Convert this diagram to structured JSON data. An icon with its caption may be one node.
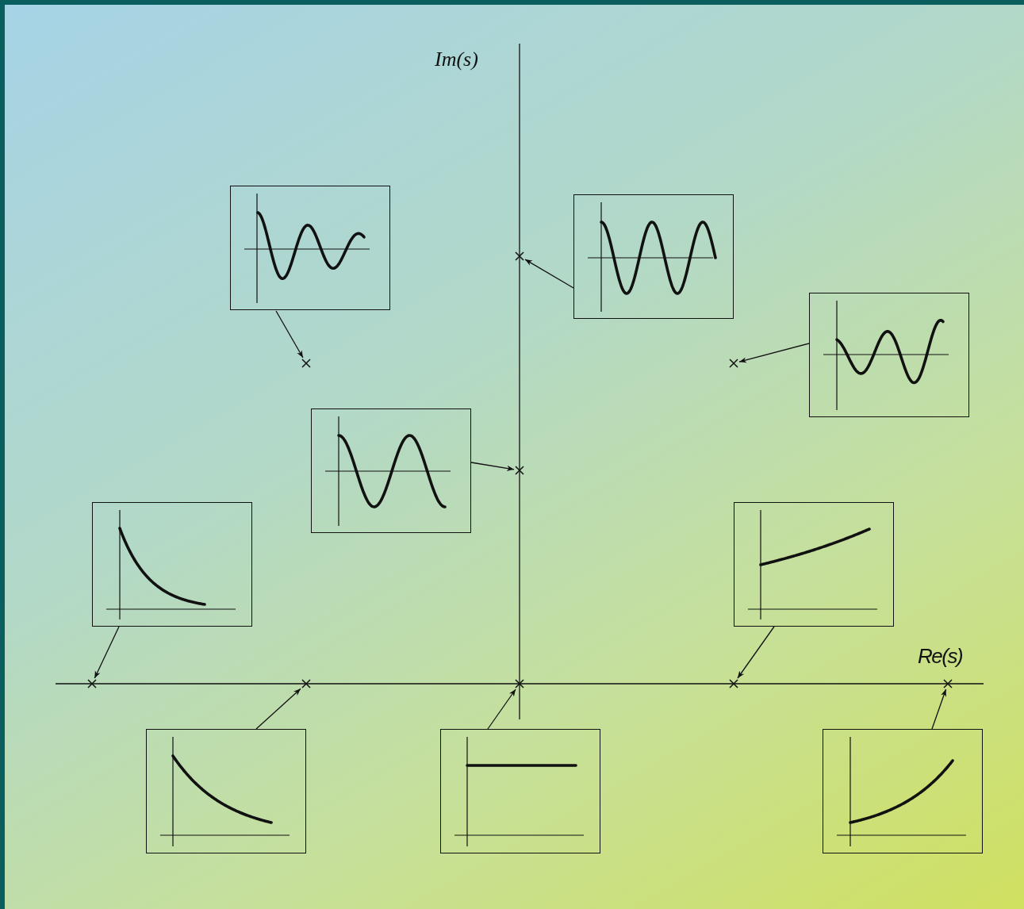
{
  "diagram": {
    "nodes": [
      {
        "text": [],
        "shape": "picture"
      },
      {
        "text": [],
        "shape": "picture"
      },
      {
        "text": [],
        "shape": "cross"
      },
      {
        "text": [],
        "shape": "picture"
      },
      {
        "text": [],
        "shape": "cross"
      },
      {
        "text": [],
        "shape": "cross"
      },
      {
        "text": [],
        "shape": "picture"
      },
      {
        "text": [],
        "shape": "cross"
      },
      {
        "text": [],
        "shape": "picture"
      },
      {
        "text": [],
        "shape": "picture"
      },
      {
        "text": [],
        "shape": "cross"
      },
      {
        "text": [],
        "shape": "cross"
      },
      {
        "text": [],
        "shape": "cross"
      },
      {
        "text": [],
        "shape": "cross"
      },
      {
        "text": [],
        "shape": "cross"
      },
      {
        "text": [],
        "shape": "picture"
      },
      {
        "text": [],
        "shape": "picture"
      },
      {
        "text": [],
        "shape": "picture"
      }
    ],
    "edges": [
      {
        "from": 0,
        "to": 4,
        "arrow": "to"
      },
      {
        "from": 1,
        "to": 2,
        "arrow": "to"
      },
      {
        "from": 3,
        "to": 5,
        "arrow": "to"
      },
      {
        "from": 6,
        "to": 7,
        "arrow": "to"
      },
      {
        "from": 8,
        "to": 10,
        "arrow": "to"
      },
      {
        "from": 9,
        "to": 13,
        "arrow": "to"
      },
      {
        "from": 15,
        "to": 11,
        "arrow": "to"
      },
      {
        "from": 16,
        "to": 12,
        "arrow": "to"
      },
      {
        "from": 17,
        "to": 14,
        "arrow": "to"
      }
    ],
    "labels": [
      "Im(s)",
      "Re(s)"
    ]
  }
}
